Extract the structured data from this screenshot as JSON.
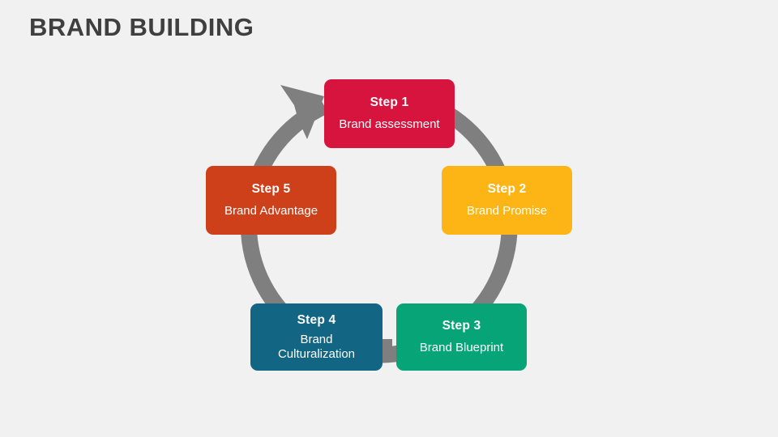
{
  "slide": {
    "title": "BRAND BUILDING",
    "background_color": "#f1f1f1",
    "title_color": "#3f3f3f"
  },
  "diagram": {
    "type": "cycle",
    "ring_color": "#7f7f7f",
    "arrow_direction": "clockwise",
    "arrowhead_position": "top-left",
    "steps": [
      {
        "id": "step-1",
        "title": "Step 1",
        "label": "Brand assessment",
        "color": "#D6143E",
        "position": "top"
      },
      {
        "id": "step-2",
        "title": "Step 2",
        "label": "Brand Promise",
        "color": "#FCB515",
        "position": "right"
      },
      {
        "id": "step-3",
        "title": "Step 3",
        "label": "Brand Blueprint",
        "color": "#06A476",
        "position": "bottom-right"
      },
      {
        "id": "step-4",
        "title": "Step 4",
        "label": "Brand Culturalization",
        "label_line_1": "Brand",
        "label_line_2": "Culturalization",
        "color": "#126684",
        "position": "bottom-left"
      },
      {
        "id": "step-5",
        "title": "Step 5",
        "label": "Brand Advantage",
        "color": "#CE4019",
        "position": "left"
      }
    ]
  }
}
